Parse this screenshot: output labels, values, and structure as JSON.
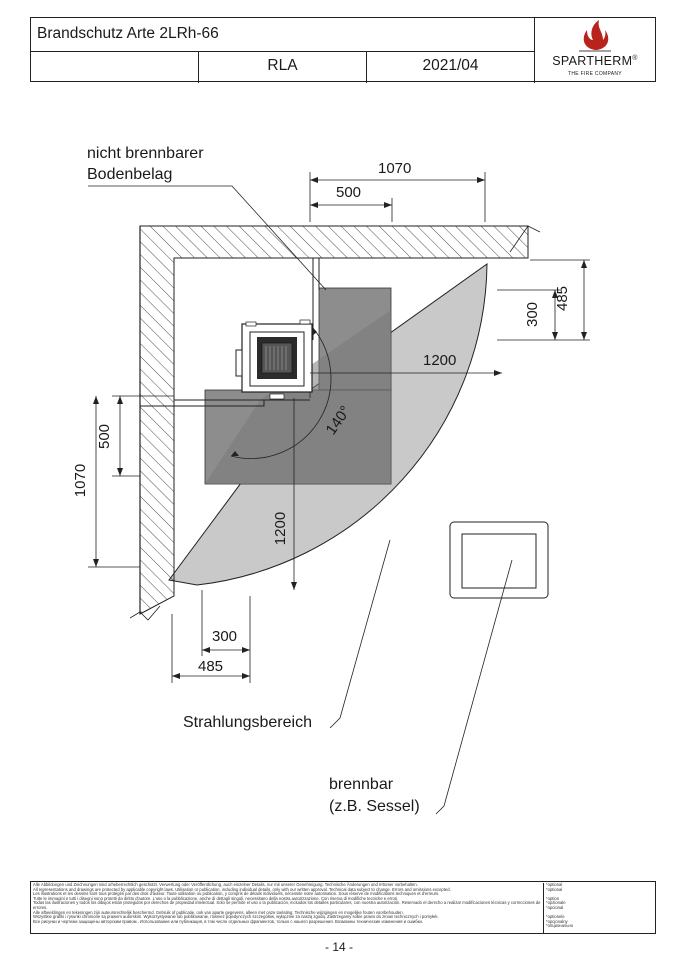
{
  "header": {
    "title": "Brandschutz Arte 2LRh-66",
    "code": "RLA",
    "date": "2021/04",
    "brand": "SPARTHERM",
    "brand_mark": "®",
    "tagline": "THE FIRE COMPANY",
    "brand_color": "#b8241c"
  },
  "labels": {
    "floor_material": "nicht brennbarer Bodenbelag",
    "floor_line1": "nicht brennbarer",
    "floor_line2": "Bodenbelag",
    "radiation_area": "Strahlungsbereich",
    "combustible_line1": "brennbar",
    "combustible_line2": "(z.B. Sessel)",
    "angle": "140°"
  },
  "dimensions": {
    "top_total": "1070",
    "top_inner": "500",
    "right_outer": "485",
    "right_inner": "300",
    "radius_horizontal": "1200",
    "radius_vertical": "1200",
    "left_inner": "500",
    "left_total": "1070",
    "bottom_inner": "300",
    "bottom_outer": "485"
  },
  "footer": {
    "disclaimer": [
      "Alle Abbildungen und Zeichnungen sind urheberrechtlich geschützt. Verwertung oder Veröffentlichung, auch einzelner Details, nur mit unserer Genehmigung. Technische Änderungen und Irrtümer vorbehalten.",
      "All representations and drawings are protected by applicable copyright laws. Utilisation or publication, including individual details, only with our written approval. Technical data subject to change. Errors and omissions excepted.",
      "Les illustrations et les dessins sont tous protégés par des droit d'auteur. Toute utilisation ou publication, y compris de détails individuels, nécessite notre autorisation. Sous réserve de modifications techniques et d'erreurs.",
      "Tutte le immagini e tutti i disegni sono protetti da diritto d'autore. L'uso o la pubblicazione, anche di dettagli singoli, necessitano della nostra autorizzazione. Con riserva di modifiche tecniche e errori.",
      "Todas las ilustraciones y todos los dibujos están protegidos por derechos de propiedad intelectual. Solo se permite el uso o la publicación, incluidos los detalles particulares, con nuestra autorización. Reservado el derecho a realizar modificaciones técnicas y correcciones de errores.",
      "Alle afbeeldingen en tekeningen zijn auteursrechtelijk beschermd. Gebruik of publicatie, ook van aparte gegevens, alleen met onze toelating. Technische wijzigingen en mogelijke fouten voorbehouden.",
      "Wszystkie grafiki i rysunki chronione są prawem autorskim. Wykorzystywanie lub publikowanie, również pojedynczych szczegółów, wyłącznie za naszą zgodą. Zastrzegamy sobie prawo do zmian technicznych i pomyłek.",
      "Все рисунки и чертежи защищены авторским правом.. Использование или публикация, в том числе отдельных фрагментов, только с нашего разрешения. Возможны технические изменения и ошибки."
    ],
    "optional": [
      "*optional",
      "*optional",
      "",
      "*option",
      "*opzionale",
      "*opcional",
      "",
      "*optionele",
      "*opcjonalny",
      "*опционально"
    ],
    "page_number": "- 14 -"
  },
  "colors": {
    "floor_gray": "#8d8d8d",
    "radiation_gray": "#c9c9c9",
    "line": "#1a1a1a"
  }
}
